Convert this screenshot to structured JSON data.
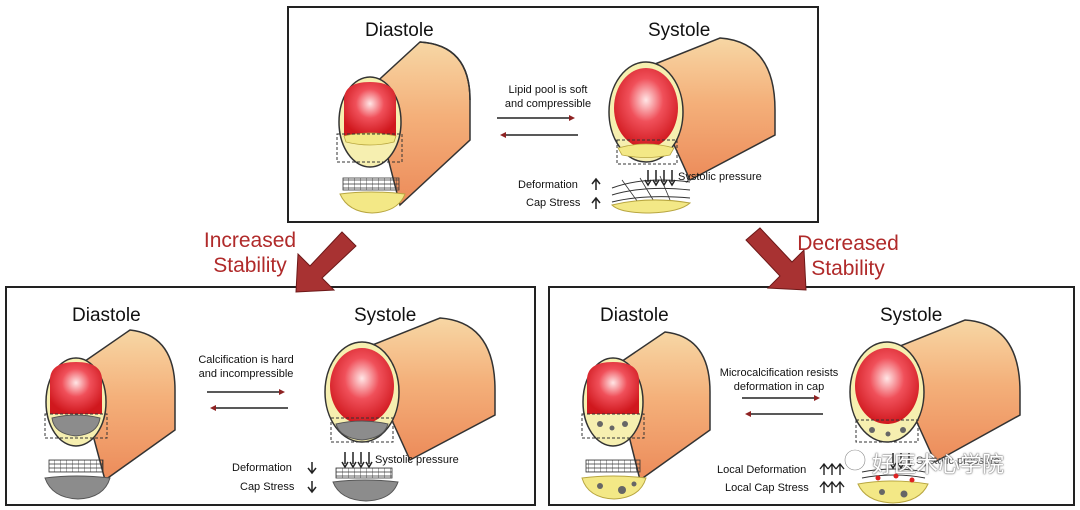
{
  "top": {
    "diastole": "Diastole",
    "systole": "Systole",
    "note_line1": "Lipid pool is soft",
    "note_line2": "and compressible",
    "deformation": "Deformation",
    "cap_stress": "Cap Stress",
    "pressure": "Systolic pressure"
  },
  "left_arrow": {
    "line1": "Increased",
    "line2": "Stability"
  },
  "right_arrow": {
    "line1": "Decreased",
    "line2": "Stability"
  },
  "left": {
    "diastole": "Diastole",
    "systole": "Systole",
    "note_line1": "Calcification is hard",
    "note_line2": "and incompressible",
    "deformation": "Deformation",
    "cap_stress": "Cap Stress",
    "pressure": "Systolic pressure"
  },
  "right": {
    "diastole": "Diastole",
    "systole": "Systole",
    "note_line1": "Microcalcification resists",
    "note_line2": "deformation in cap",
    "deformation": "Local Deformation",
    "cap_stress": "Local Cap Stress",
    "pressure": "Systolic pressure"
  },
  "watermark": "好医术心学院",
  "colors": {
    "accent": "#b02a2a",
    "lumen": "#e0322e",
    "lipid": "#f3e886",
    "calcium": "#8c8c8c"
  }
}
